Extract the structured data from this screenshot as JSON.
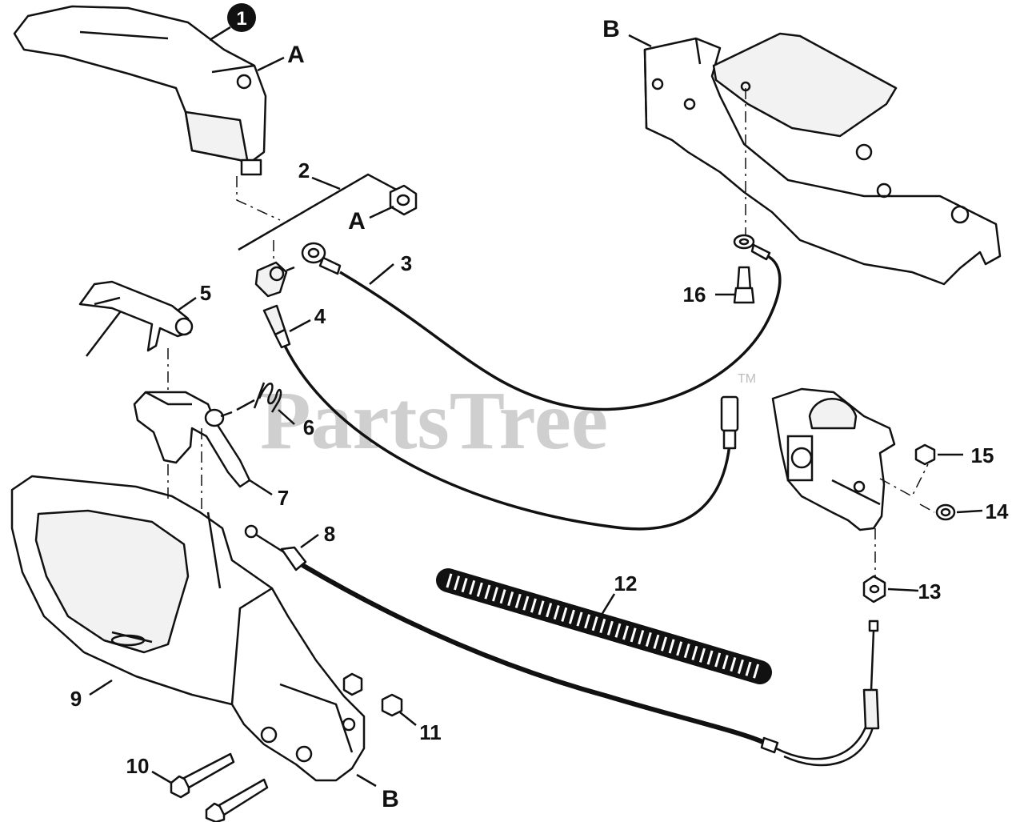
{
  "watermark": "PartsTree",
  "trademark": "TM",
  "callouts": {
    "c1": "1",
    "c2": "2",
    "c3": "3",
    "c4": "4",
    "c5": "5",
    "c6": "6",
    "c7": "7",
    "c8": "8",
    "c9": "9",
    "c10": "10",
    "c11": "11",
    "c12": "12",
    "c13": "13",
    "c14": "14",
    "c15": "15",
    "c16": "16"
  },
  "refs": {
    "a_top": "A",
    "a_mid": "A",
    "b_top": "B",
    "b_bottom": "B"
  }
}
